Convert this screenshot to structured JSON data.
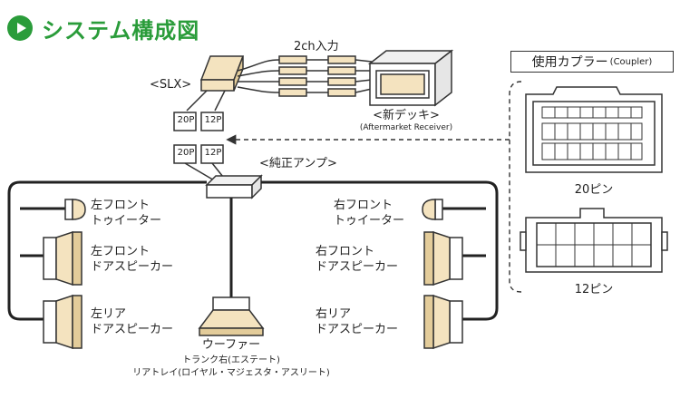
{
  "header": {
    "title": "システム構成図"
  },
  "slx": {
    "label": "<SLX>",
    "pins_top_a": "20P",
    "pins_top_b": "12P",
    "pins_bot_a": "20P",
    "pins_bot_b": "12P"
  },
  "input": {
    "label": "2ch入力"
  },
  "receiver": {
    "label": "<新デッキ>",
    "sub": "(Aftermarket Receiver)"
  },
  "amp": {
    "label": "<純正アンプ>"
  },
  "speakers": {
    "front_left_tweeter": [
      "左フロント",
      "トゥイーター"
    ],
    "front_left_door": [
      "左フロント",
      "ドアスピーカー"
    ],
    "rear_left_door": [
      "左リア",
      "ドアスピーカー"
    ],
    "front_right_tweeter": [
      "右フロント",
      "トゥイーター"
    ],
    "front_right_door": [
      "右フロント",
      "ドアスピーカー"
    ],
    "rear_right_door": [
      "右リア",
      "ドアスピーカー"
    ]
  },
  "woofer": {
    "label": "ウーファー",
    "line1": "トランク右(エステート)",
    "line2": "リアトレイ(ロイヤル・マジェスタ・アスリート)"
  },
  "coupler": {
    "title": "使用カプラー",
    "sub": "(Coupler)",
    "pin20": "20ピン",
    "pin12": "12ピン"
  }
}
